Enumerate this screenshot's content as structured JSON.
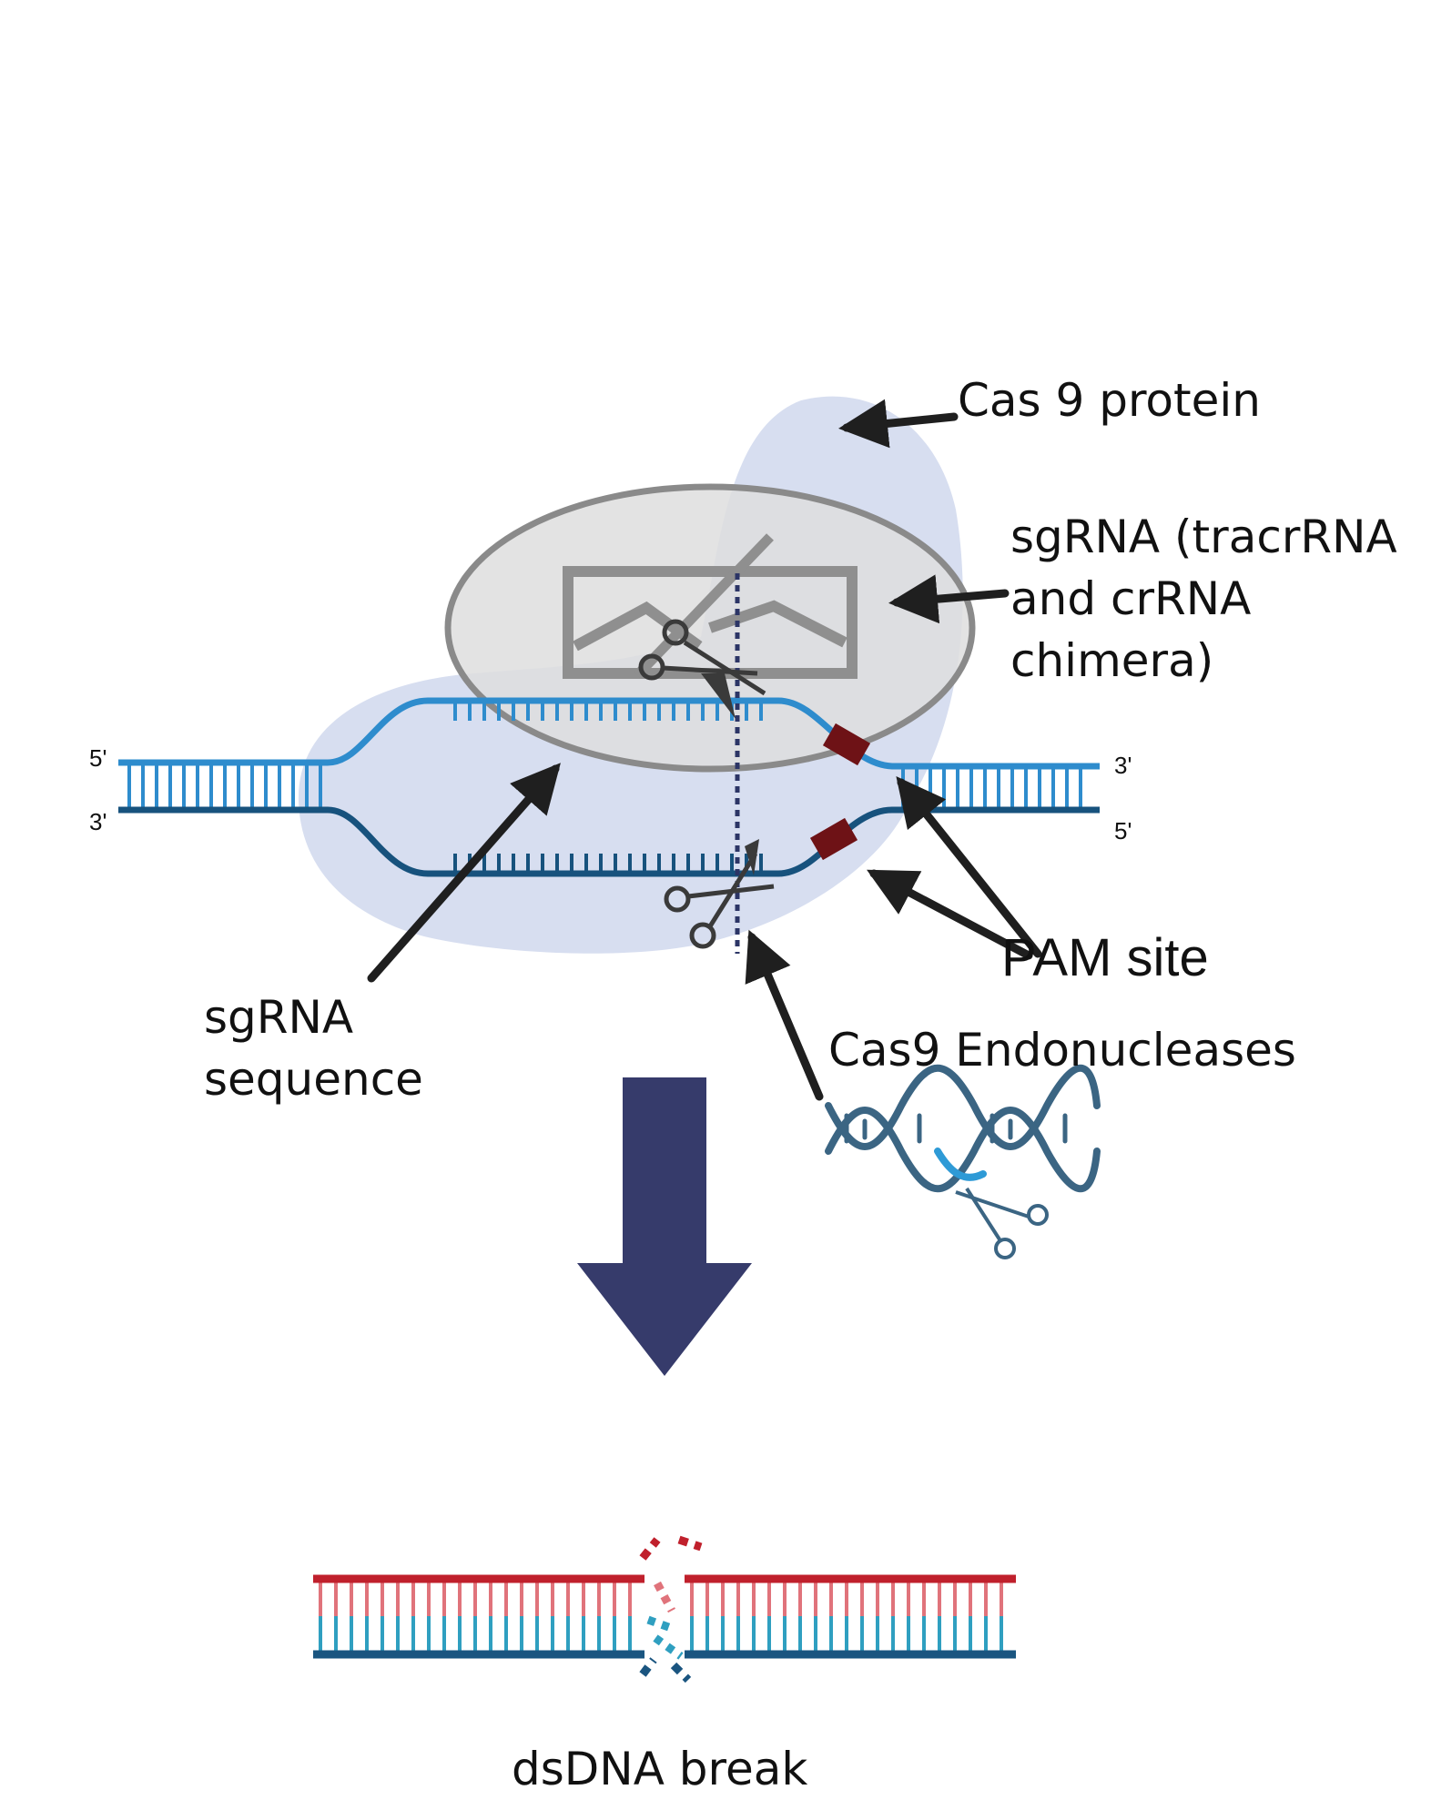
{
  "labels": {
    "cas9_protein": "Cas 9 protein",
    "sgrna_chimera_line1": "sgRNA (tracrRNA",
    "sgrna_chimera_line2": "and crRNA",
    "sgrna_chimera_line3": "chimera)",
    "sgrna_sequence_line1": "sgRNA",
    "sgrna_sequence_line2": "sequence",
    "pam_site": "PAM site",
    "cas9_endonucleases": "Cas9 Endonucleases",
    "dsdna_break": "dsDNA break"
  },
  "strand_ends": {
    "top_left": "5'",
    "bottom_left": "3'",
    "top_right": "3'",
    "bottom_right": "5'"
  },
  "colors": {
    "cas9_protein_blob": "#d7def0",
    "sgrna_ellipse_fill": "#dedede",
    "sgrna_ellipse_stroke": "#8a8a8a",
    "dna_light": "#2e8ccd",
    "dna_dark": "#17527d",
    "pam_site": "#6e1216",
    "cut_line": "#2c3566",
    "down_arrow": "#363b6b",
    "break_red": "#c0202c",
    "break_pink": "#e0737b",
    "break_teal": "#2f9fc0",
    "break_navy": "#1a5580",
    "pointer_arrow": "#1f1f1f"
  },
  "icons": [
    "image-placeholder-icon",
    "scissors-icon",
    "dna-helix-icon"
  ]
}
